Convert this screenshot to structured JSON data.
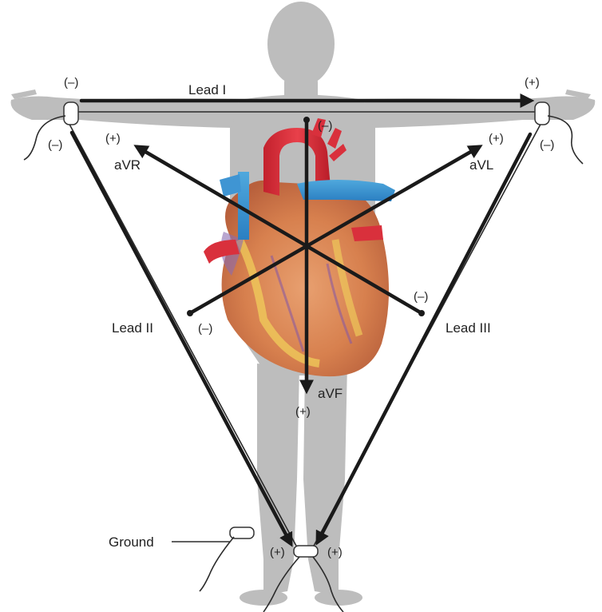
{
  "leads": {
    "lead_i": "Lead I",
    "lead_ii": "Lead II",
    "lead_iii": "Lead III",
    "avr": "aVR",
    "avl": "aVL",
    "avf": "aVF"
  },
  "polarity": {
    "neg": "(–)",
    "pos": "(+)"
  },
  "ground_label": "Ground",
  "icons": [
    "human-body-silhouette",
    "heart-illustration",
    "electrode-clip-icon"
  ]
}
